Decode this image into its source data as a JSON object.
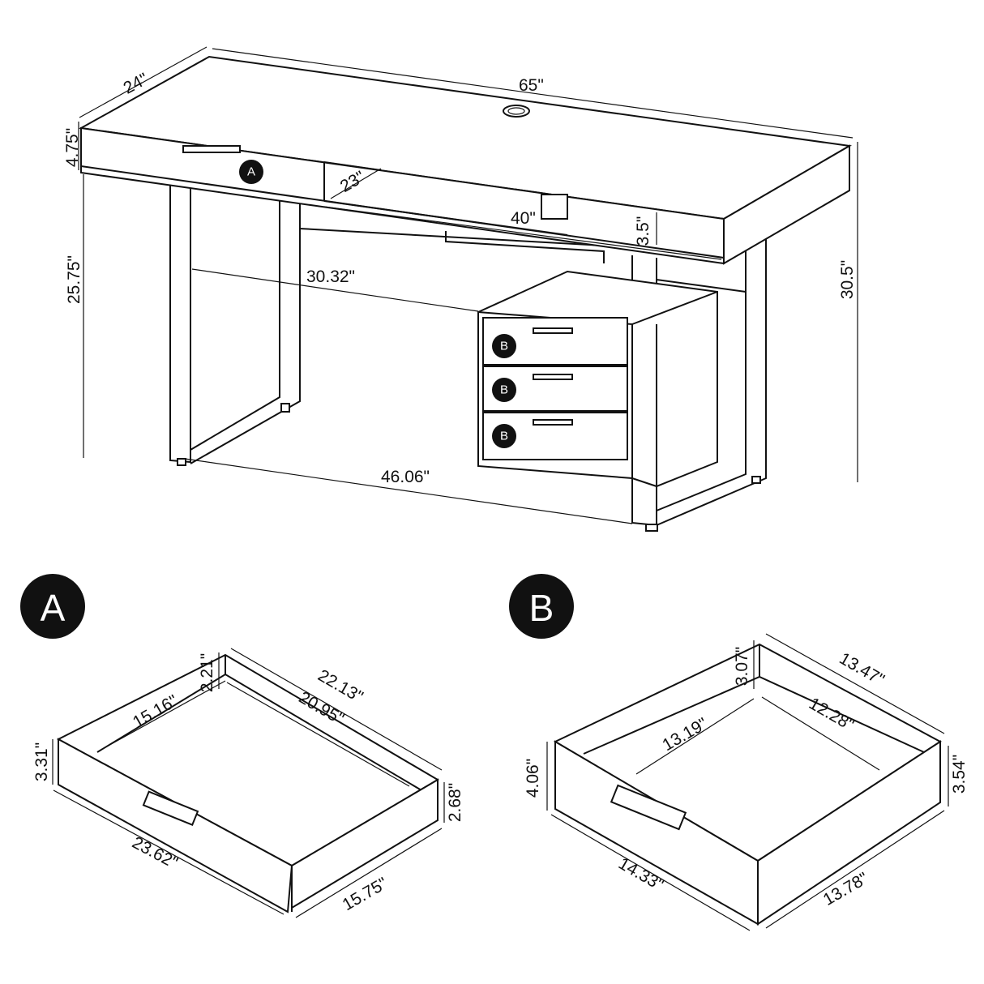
{
  "desk": {
    "dimensions": {
      "depth": "24\"",
      "width": "65\"",
      "apron_height": "4.75\"",
      "opening_depth": "23\"",
      "opening_width": "40\"",
      "shelf_height": "3.5\"",
      "knee_height": "25.75\"",
      "knee_width": "30.32\"",
      "total_height": "30.5\"",
      "leg_span": "46.06\""
    },
    "callouts": [
      "A",
      "B",
      "B",
      "B"
    ]
  },
  "drawer_a": {
    "label": "A",
    "dimensions": {
      "inner_height": "2.21\"",
      "outer_depth": "22.13\"",
      "inner_width": "15.16\"",
      "inner_depth": "20.95\"",
      "front_height": "3.31\"",
      "side_height": "2.68\"",
      "front_width": "23.62\"",
      "side_depth": "15.75\""
    }
  },
  "drawer_b": {
    "label": "B",
    "dimensions": {
      "inner_height": "3.07\"",
      "outer_depth": "13.47\"",
      "inner_width": "13.19\"",
      "inner_depth": "12.28\"",
      "front_height": "4.06\"",
      "side_height": "3.54\"",
      "front_width": "14.33\"",
      "side_depth": "13.78\""
    }
  },
  "colors": {
    "line": "#111111",
    "badge": "#111111",
    "background": "#ffffff"
  }
}
